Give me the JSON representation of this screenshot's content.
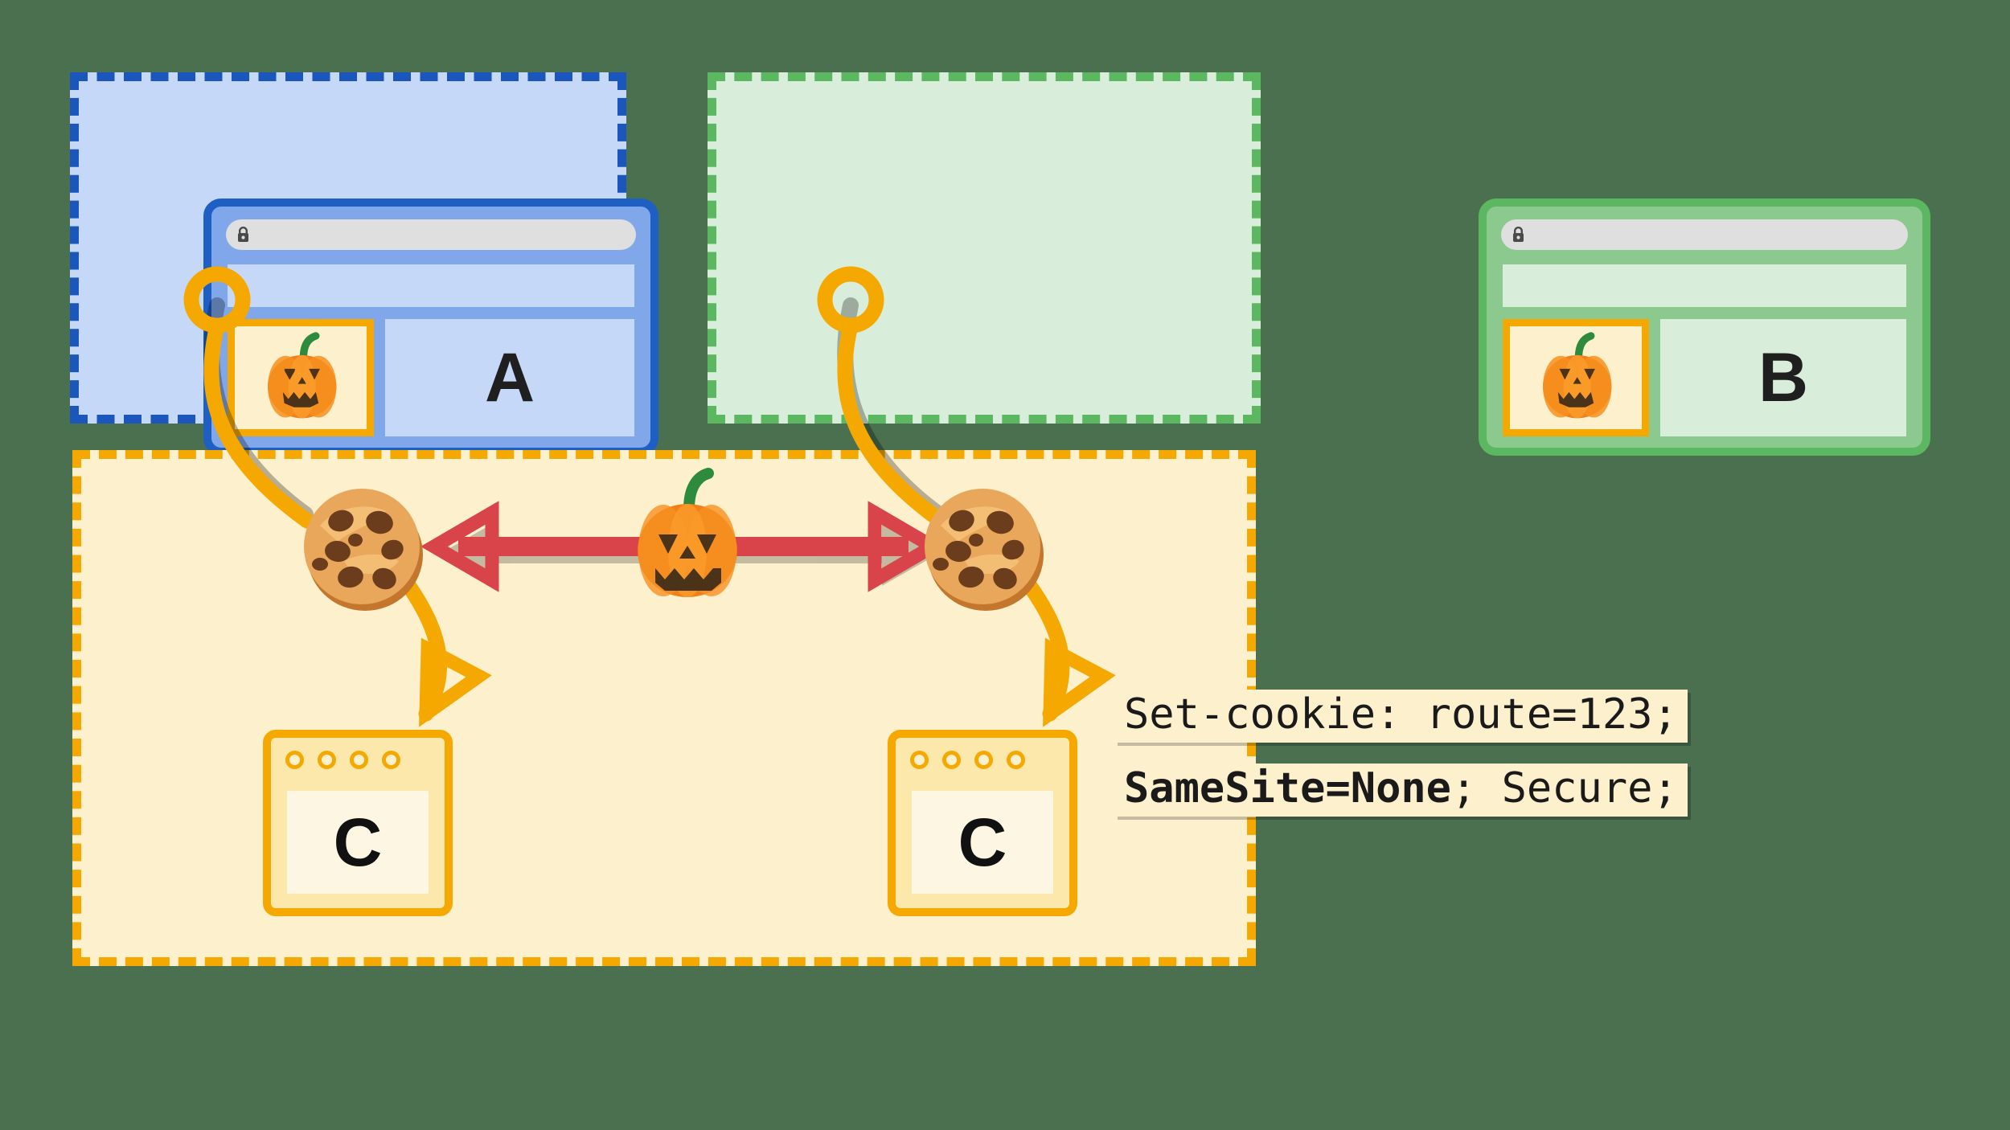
{
  "page": {
    "background_color": "#4a7050",
    "title": "Cross-site cookie SameSite=None diagram"
  },
  "contexts": [
    {
      "id": "site-a",
      "letter": "A",
      "border_color": "#1a56bb",
      "fill_color": "#c6d8f7",
      "url_lock_icon": "lock-icon",
      "embed_icon": "pumpkin-icon"
    },
    {
      "id": "site-b",
      "letter": "B",
      "border_color": "#5cb860",
      "fill_color": "#d9eddb",
      "url_lock_icon": "lock-icon",
      "embed_icon": "pumpkin-icon"
    },
    {
      "id": "site-c",
      "border_color": "#f5a800",
      "fill_color": "#fdf0cd"
    }
  ],
  "servers": [
    {
      "id": "server-left",
      "letter": "C",
      "dots": 4
    },
    {
      "id": "server-right",
      "letter": "C",
      "dots": 4
    }
  ],
  "cookies": [
    {
      "id": "cookie-left",
      "icon": "cookie-icon"
    },
    {
      "id": "cookie-right",
      "icon": "cookie-icon"
    }
  ],
  "shared_resource": {
    "icon": "pumpkin-icon",
    "arrow": {
      "icon": "double-headed-arrow-icon",
      "color": "#d9434a",
      "direction": "both"
    }
  },
  "code_callout": {
    "line1": "Set-cookie: route=123;",
    "line2_bold": "SameSite=None",
    "line2_rest": "; Secure;",
    "background_color": "#fdf0cd",
    "text_color": "#1a1a1a"
  },
  "colors": {
    "orange": "#f5a800",
    "orange_light": "#fde8ab",
    "cream": "#fdf0cd",
    "blue_dark": "#1a56bb",
    "blue_mid": "#7fa7ea",
    "blue_light": "#c6d8f7",
    "green_dark": "#5cb860",
    "green_mid": "#8cc98e",
    "green_light": "#d9eddb",
    "red": "#d9434a",
    "pumpkin": "#f58220",
    "cookie": "#e2a253"
  }
}
